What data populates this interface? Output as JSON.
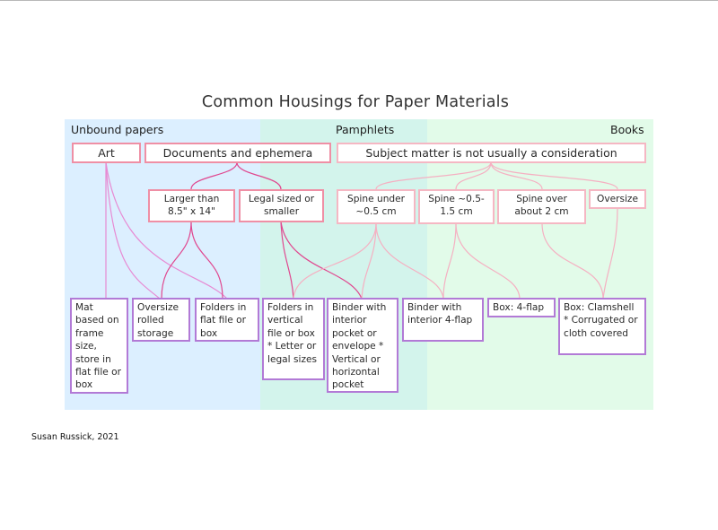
{
  "title": "Common Housings for Paper Materials",
  "categories": {
    "unbound": "Unbound papers",
    "pamphlets": "Pamphlets",
    "books": "Books"
  },
  "level1": {
    "art": "Art",
    "documents": "Documents and ephemera",
    "subject": "Subject matter is not usually a consideration"
  },
  "level2": {
    "larger": "Larger than 8.5\" x 14\"",
    "legal": "Legal sized or smaller",
    "spine_under": "Spine under ~0.5 cm",
    "spine_mid": "Spine ~0.5-1.5 cm",
    "spine_over": "Spine over about 2 cm",
    "oversize": "Oversize"
  },
  "housings": {
    "mat": "Mat based on frame size, store in flat file or box",
    "rolled": "Oversize rolled storage",
    "flat_folders": "Folders in flat file or box",
    "vertical_folders": "Folders in vertical file or box * Letter or legal sizes",
    "binder_pocket": "Binder with interior pocket or envelope * Vertical or horizontal pocket",
    "binder_flap": "Binder with interior 4-flap",
    "box_4flap": "Box: 4-flap",
    "clamshell": "Box: Clamshell * Corrugated or cloth covered"
  },
  "credit": "Susan Russick, 2021",
  "colors": {
    "unbound_band": "#dcefff",
    "pamphlets_band": "#d3f4ec",
    "books_band": "#e2fbe9",
    "document_connector": "#e0478f",
    "art_connector": "#e78ad3",
    "book_connector": "#f5b0c2",
    "top_box_border": "#ef8fa5",
    "housing_box_border": "#b27ad6"
  }
}
